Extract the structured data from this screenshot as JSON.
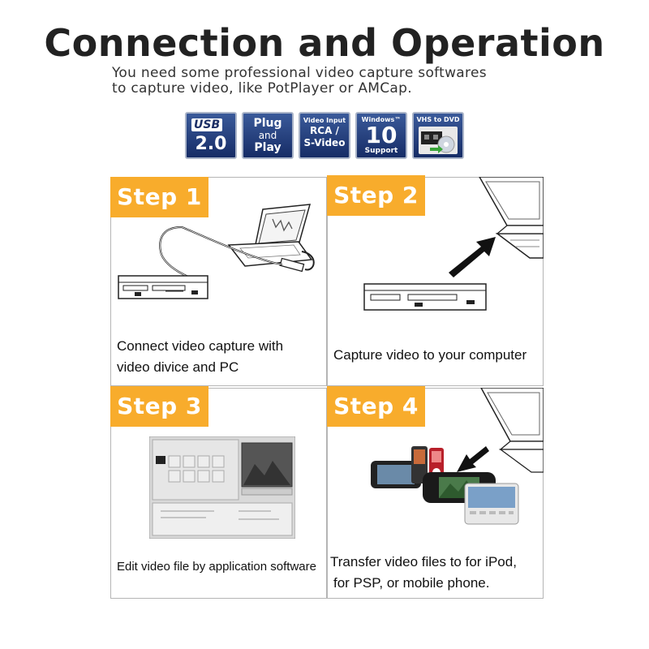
{
  "header": {
    "title": "Connection and Operation",
    "subtitle_line1": "You need some professional video capture softwares",
    "subtitle_line2": "to capture video, like PotPlayer or AMCap."
  },
  "badges": {
    "usb": {
      "label": "USB",
      "version": "2.0"
    },
    "plug": {
      "line1": "Plug",
      "line2": "and",
      "line3": "Play"
    },
    "video": {
      "line1": "Video Input",
      "line2": "RCA /",
      "line3": "S-Video"
    },
    "windows": {
      "line1": "Windows™",
      "line2": "10",
      "line3": "Support"
    },
    "vhs": {
      "line1": "VHS to DVD"
    }
  },
  "steps": [
    {
      "label": "Step 1",
      "caption_line1": "Connect video capture with",
      "caption_line2": "video divice and PC"
    },
    {
      "label": "Step 2",
      "caption_line1": "Capture video to your computer"
    },
    {
      "label": "Step 3",
      "caption_line1": "Edit video file by application software"
    },
    {
      "label": "Step 4",
      "caption_line1": "Transfer video files to for iPod,",
      "caption_line2": "for PSP, or mobile phone."
    }
  ],
  "colors": {
    "accent": "#f8ac2c",
    "badge_blue": "#1c2f66"
  }
}
